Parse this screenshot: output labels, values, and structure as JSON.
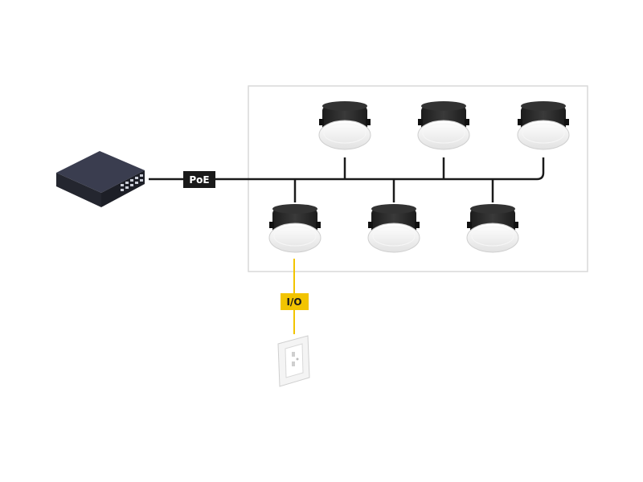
{
  "diagram": {
    "poe_label": "PoE",
    "io_label": "I/O",
    "colors": {
      "cable": "#1a1a1a",
      "io_cable": "#f2c400",
      "group_border": "#d9d9d9",
      "speaker_shell": "#262626",
      "speaker_grille": "#ececec",
      "switch_body": "#2f3140",
      "poe_tag_bg": "#1a1a1a",
      "poe_tag_text": "#ffffff",
      "io_tag_bg": "#f2c400",
      "io_tag_text": "#1a1a1a"
    },
    "nodes": {
      "switch_icon": "poe-network-switch-icon",
      "speaker_icon": "ceiling-speaker-icon",
      "io_panel_icon": "wall-io-panel-icon",
      "speaker_count": 6
    }
  }
}
